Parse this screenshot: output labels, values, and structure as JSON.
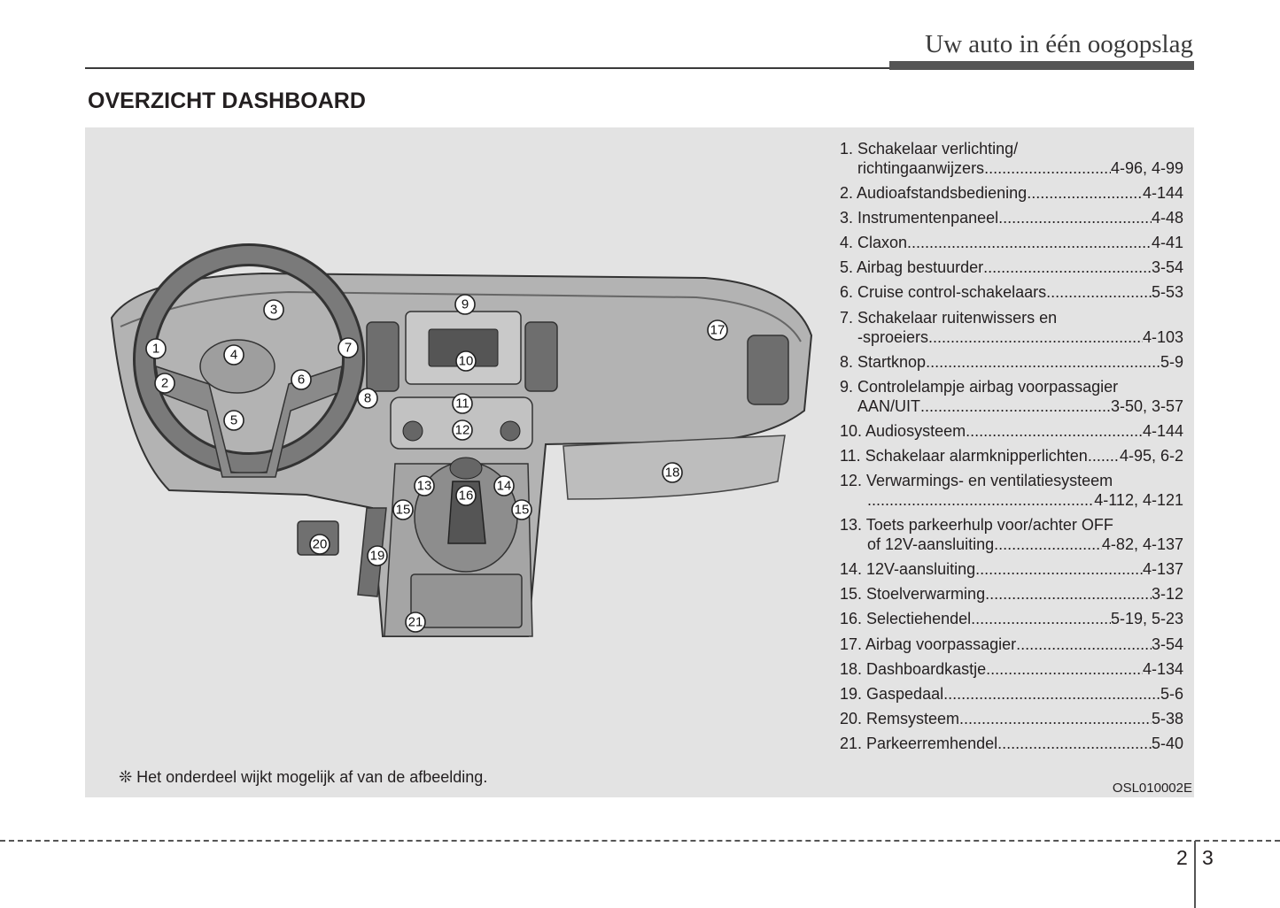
{
  "header": {
    "title": "Uw auto in één oogopslag"
  },
  "section_title": "OVERZICHT DASHBOARD",
  "legend": [
    {
      "label": "1. Schakelaar verlichting/",
      "label2": "richtingaanwijzers",
      "pages": "4-96, 4-99"
    },
    {
      "label": "2. Audioafstandsbediening ",
      "pages": "4-144"
    },
    {
      "label": "3. Instrumentenpaneel",
      "pages": "4-48"
    },
    {
      "label": "4. Claxon ",
      "pages": "4-41"
    },
    {
      "label": "5. Airbag bestuurder",
      "pages": "3-54"
    },
    {
      "label": "6. Cruise control-schakelaars",
      "pages": "5-53"
    },
    {
      "label": "7. Schakelaar ruitenwissers en",
      "label2": "-sproeiers",
      "pages": "4-103"
    },
    {
      "label": "8. Startknop ",
      "pages": "5-9"
    },
    {
      "label": "9. Controlelampje airbag voorpassagier",
      "label2": "AAN/UIT ",
      "pages": "3-50, 3-57"
    },
    {
      "label": "10. Audiosysteem ",
      "pages": "4-144"
    },
    {
      "label": "11. Schakelaar alarmknipperlichten ",
      "pages": "4-95, 6-2"
    },
    {
      "label": "12. Verwarmings- en ventilatiesysteem",
      "label2": "",
      "pages": "4-112, 4-121"
    },
    {
      "label": "13. Toets parkeerhulp voor/achter OFF",
      "label2": "of 12V-aansluiting",
      "pages": "4-82, 4-137"
    },
    {
      "label": "14. 12V-aansluiting ",
      "pages": "4-137"
    },
    {
      "label": "15. Stoelverwarming",
      "pages": "3-12"
    },
    {
      "label": "16. Selectiehendel",
      "pages": "5-19, 5-23"
    },
    {
      "label": "17. Airbag voorpassagier ",
      "pages": "3-54"
    },
    {
      "label": "18. Dashboardkastje ",
      "pages": "4-134"
    },
    {
      "label": "19. Gaspedaal ",
      "pages": "5-6"
    },
    {
      "label": "20. Remsysteem ",
      "pages": "5-38"
    },
    {
      "label": "21. Parkeerremhendel ",
      "pages": "5-40"
    }
  ],
  "callouts": [
    "1",
    "2",
    "3",
    "4",
    "5",
    "6",
    "7",
    "8",
    "9",
    "10",
    "11",
    "12",
    "13",
    "14",
    "15",
    "15",
    "16",
    "17",
    "18",
    "19",
    "20",
    "21"
  ],
  "note": "❊ Het onderdeel wijkt mogelijk af van de afbeelding.",
  "image_code": "OSL010002E",
  "page_left": "2",
  "page_right": "3"
}
